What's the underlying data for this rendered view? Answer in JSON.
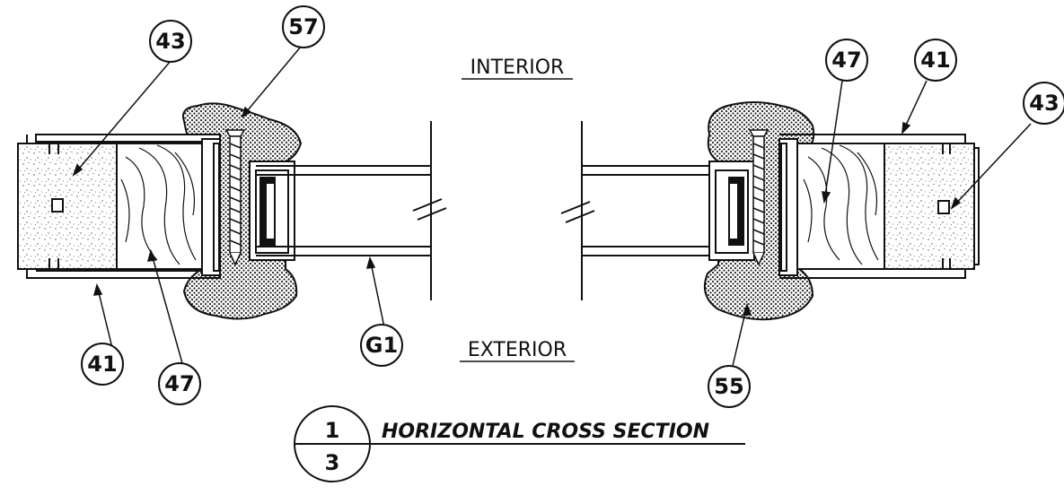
{
  "labels": {
    "interior": "INTERIOR",
    "exterior": "EXTERIOR"
  },
  "title": {
    "detail_number": "1",
    "sheet_number": "3",
    "text": "HORIZONTAL CROSS SECTION"
  },
  "callouts": {
    "left_top_43": "43",
    "center_top_57": "57",
    "left_bottom_41": "41",
    "left_bottom_47": "47",
    "center_bottom_g1": "G1",
    "right_top_47": "47",
    "right_top_41": "41",
    "right_top_43": "43",
    "right_bottom_55": "55"
  },
  "colors": {
    "line": "#111111",
    "stipple": "#333333"
  }
}
